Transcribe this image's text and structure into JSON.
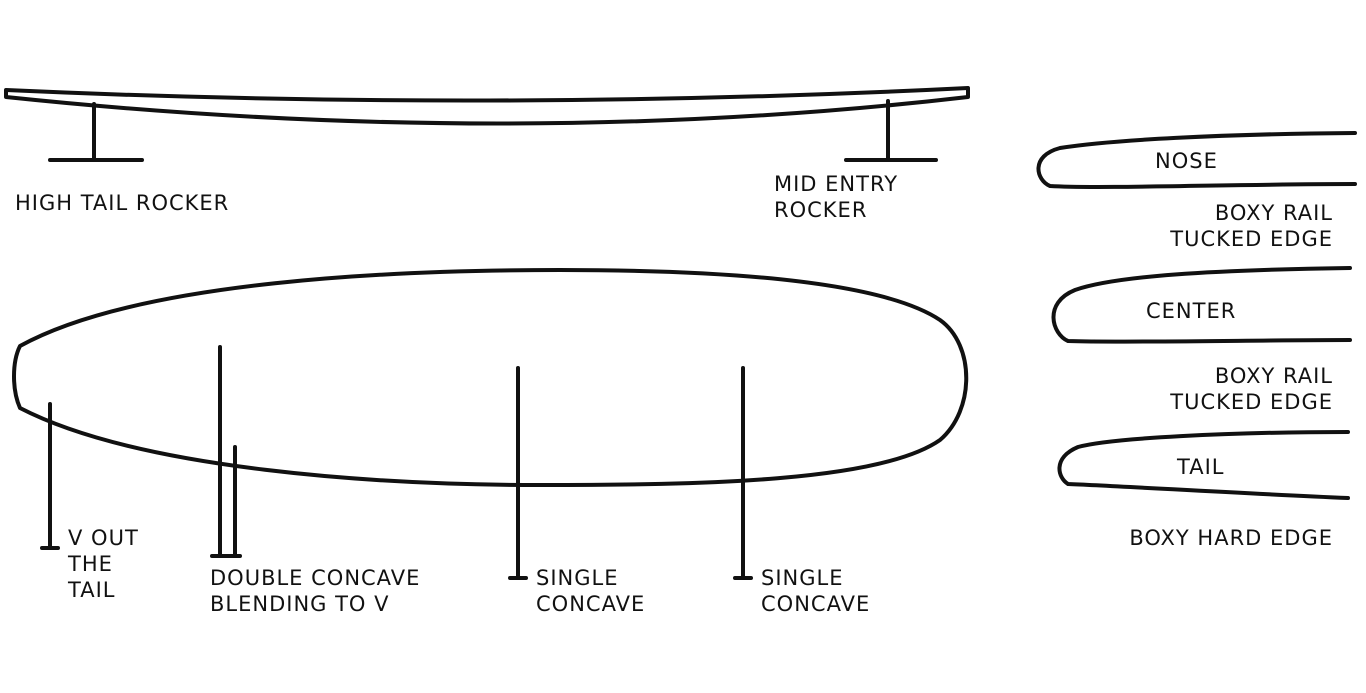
{
  "rocker": {
    "tail_label": "HIGH TAIL ROCKER",
    "entry_label_1": "MID ENTRY",
    "entry_label_2": "ROCKER"
  },
  "bottom": {
    "vout_1": "V OUT",
    "vout_2": "THE",
    "vout_3": "TAIL",
    "double_1": "DOUBLE  CONCAVE",
    "double_2": "BLENDING TO V",
    "single_a_1": "SINGLE",
    "single_a_2": "CONCAVE",
    "single_b_1": "SINGLE",
    "single_b_2": "CONCAVE"
  },
  "rails": {
    "nose": "NOSE",
    "nose_desc_1": "BOXY RAIL",
    "nose_desc_2": "TUCKED EDGE",
    "center": "CENTER",
    "center_desc_1": "BOXY RAIL",
    "center_desc_2": "TUCKED EDGE",
    "tail": "TAIL",
    "tail_desc": "BOXY HARD EDGE"
  },
  "colors": {
    "stroke": "#111111",
    "background": "#ffffff"
  }
}
